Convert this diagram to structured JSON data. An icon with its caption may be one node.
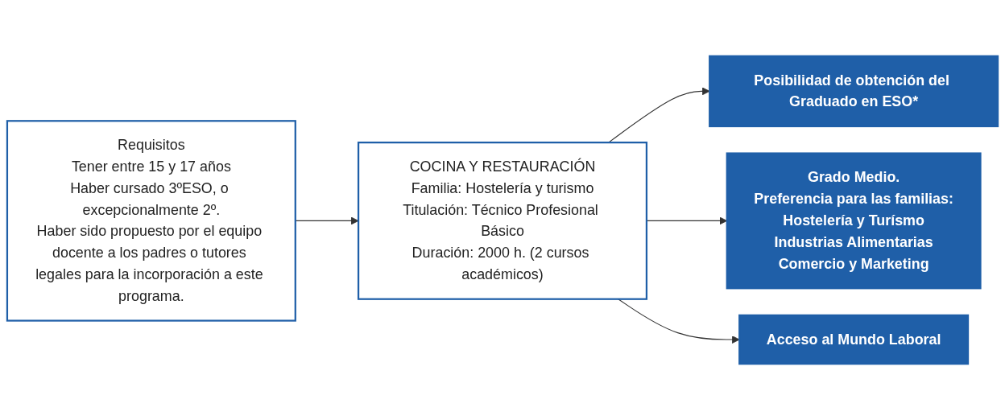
{
  "diagram": {
    "nodes": [
      {
        "text": [
          "Requisitos",
          "Tener entre 15 y 17 años",
          "Haber cursado 3ºESO, o excepcionalmente 2º.",
          "Haber sido propuesto por el equipo docente a los padres o tutores legales para la incorporación a este programa."
        ]
      },
      {
        "text": [
          "COCINA Y RESTAURACIÓN",
          "Familia: Hostelería y turismo",
          "Titulación: Técnico Profesional Básico",
          "Duración: 2000 h. (2 cursos académicos)"
        ]
      },
      {
        "text": [
          "Posibilidad de obtención del Graduado en ESO*"
        ]
      },
      {
        "text": [
          "Grado Medio.",
          "Preferencia para las familias:",
          "Hostelería y Turísmo",
          "Industrias Alimentarias",
          "Comercio y Marketing"
        ]
      },
      {
        "text": [
          "Acceso al Mundo Laboral"
        ]
      }
    ],
    "edges": [
      {
        "from": 0,
        "to": 1,
        "arrow": "to"
      },
      {
        "from": 1,
        "to": 2,
        "arrow": "to"
      },
      {
        "from": 1,
        "to": 3,
        "arrow": "to"
      },
      {
        "from": 1,
        "to": 4,
        "arrow": "to"
      }
    ]
  }
}
